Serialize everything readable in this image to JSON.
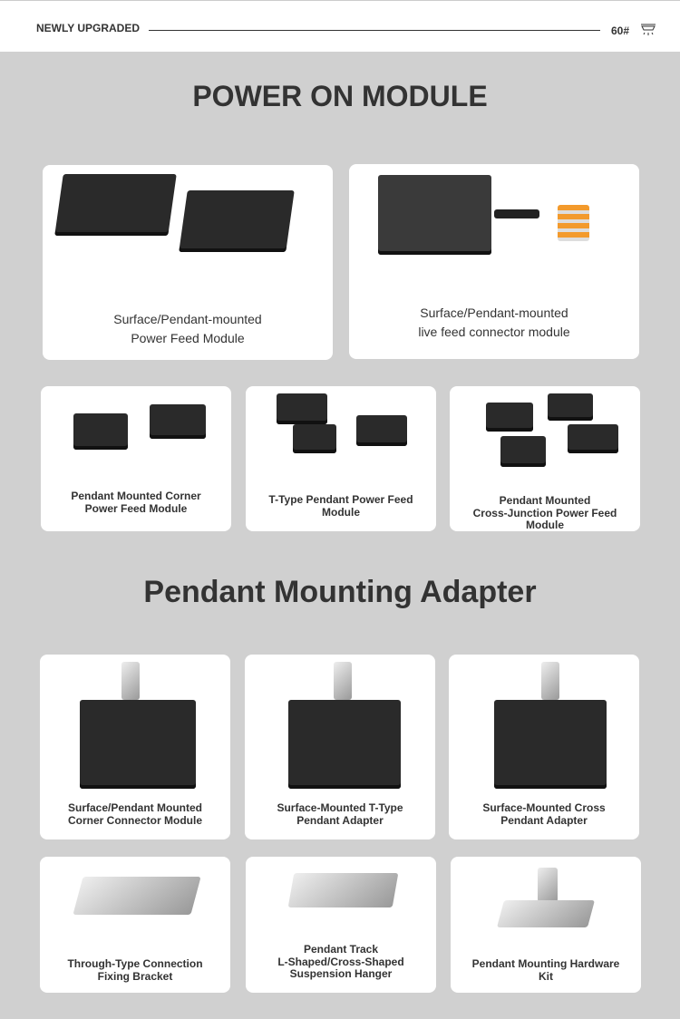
{
  "header": {
    "brand": "NEWLY UPGRADED",
    "code": "60#",
    "icon": "ceiling-lamp-icon"
  },
  "section1": {
    "title": "POWER ON MODULE",
    "cards": [
      {
        "line1": "Surface/Pendant-mounted",
        "line2": "Power Feed Module"
      },
      {
        "line1": "Surface/Pendant-mounted",
        "line2": "live feed connector module"
      },
      {
        "line1": "Pendant Mounted Corner",
        "line2": "Power Feed Module"
      },
      {
        "line1": "T-Type Pendant Power Feed",
        "line2": "Module"
      },
      {
        "line1": "Pendant Mounted",
        "line2": "Cross-Junction Power Feed",
        "line3": "Module"
      }
    ]
  },
  "section2": {
    "title": "Pendant Mounting Adapter",
    "cards": [
      {
        "line1": "Surface/Pendant Mounted",
        "line2": "Corner Connector Module"
      },
      {
        "line1": "Surface-Mounted T-Type",
        "line2": "Pendant Adapter"
      },
      {
        "line1": "Surface-Mounted Cross",
        "line2": "Pendant Adapter"
      },
      {
        "line1": "Through-Type Connection",
        "line2": "Fixing Bracket"
      },
      {
        "line1": "Pendant Track",
        "line2": "L-Shaped/Cross-Shaped",
        "line3": "Suspension Hanger"
      },
      {
        "line1": "Pendant Mounting Hardware",
        "line2": "Kit"
      }
    ]
  }
}
